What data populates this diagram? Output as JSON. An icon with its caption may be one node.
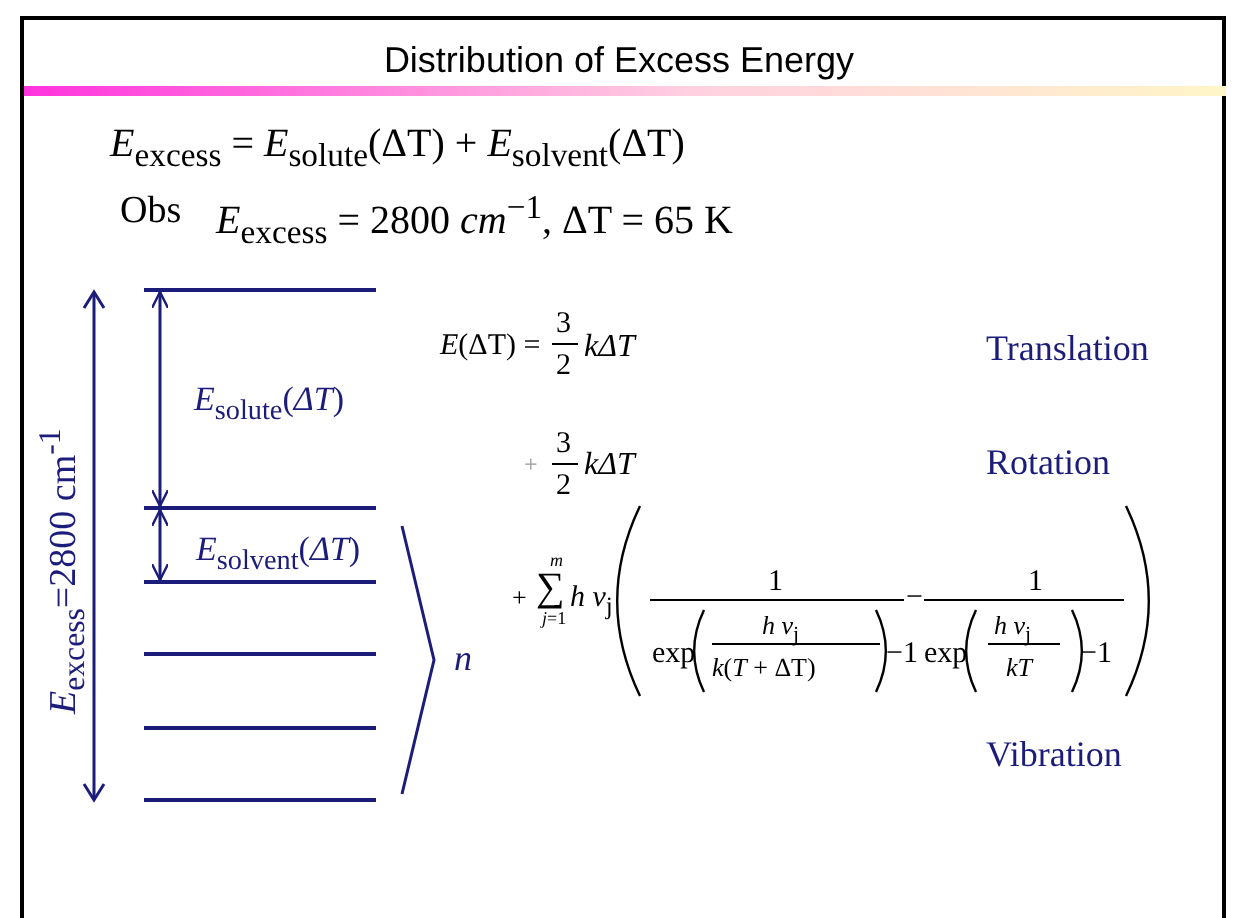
{
  "diagram": {
    "title": "Distribution of Excess Energy",
    "nodes": [
      {
        "text": [],
        "shape": "bar"
      },
      {
        "text": [],
        "shape": "bar"
      },
      {
        "text": [],
        "shape": "bar"
      },
      {
        "text": [],
        "shape": "bar"
      },
      {
        "text": [],
        "shape": "bar"
      },
      {
        "text": [],
        "shape": "bar"
      }
    ],
    "edges": [
      {
        "from": 0,
        "to": 1,
        "arrow": "both"
      },
      {
        "from": 1,
        "to": 2,
        "arrow": "both"
      }
    ],
    "labels": [
      "*E*$_{excess}$ = *E*$_{solute}$(ΔT) + *E*$_{solvent}$(ΔT)",
      "Obs",
      "*E*$_{excess}$ = 2800 *cm*$^{−1}$, ΔT = 65 K",
      "*E*$_{solute}$(*ΔT*)",
      "*E*$_{solvent}$(*ΔT*)",
      "*E*$_{excess}$=2800 cm$^{-1}$",
      "n",
      "*E*(ΔT) =",
      "3",
      "2",
      "kΔT",
      "Translation",
      "+",
      "3",
      "2",
      "kΔT",
      "Rotation",
      "+",
      "*m*",
      "∑",
      "*j*=1",
      "*h ν*$_{j}$",
      "1",
      "exp",
      "*h ν*$_{j}$",
      "*k*(*T* + ΔT)",
      "−1",
      "−",
      "1",
      "exp",
      "*h ν*$_{j}$",
      "*kT*",
      "−1",
      "Vibration"
    ]
  }
}
